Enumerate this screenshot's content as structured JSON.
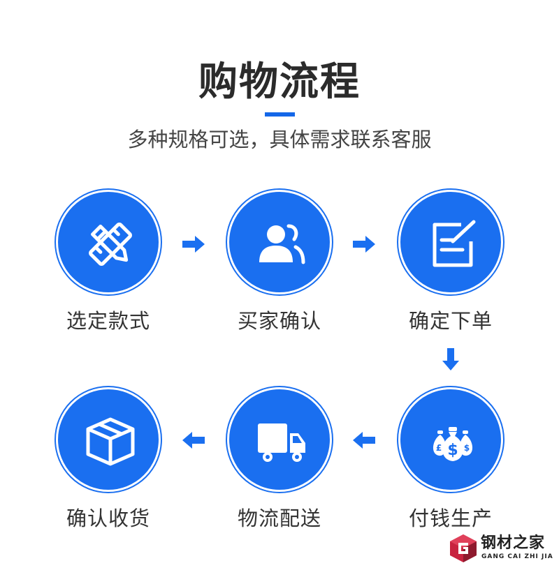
{
  "header": {
    "title": "购物流程",
    "subtitle": "多种规格可选，具体需求联系客服"
  },
  "steps": [
    {
      "label": "选定款式",
      "icon": "pencil-ruler-icon"
    },
    {
      "label": "买家确认",
      "icon": "users-icon"
    },
    {
      "label": "确定下单",
      "icon": "edit-note-icon"
    },
    {
      "label": "付钱生产",
      "icon": "money-bags-icon"
    },
    {
      "label": "物流配送",
      "icon": "truck-icon"
    },
    {
      "label": "确认收货",
      "icon": "box-icon"
    }
  ],
  "logo": {
    "cn": "钢材之家",
    "en": "GANG CAI ZHI JIA"
  },
  "colors": {
    "accent": "#1a6ff0",
    "title_bar": "#1467e8",
    "logo_mark": "#c8233f"
  }
}
